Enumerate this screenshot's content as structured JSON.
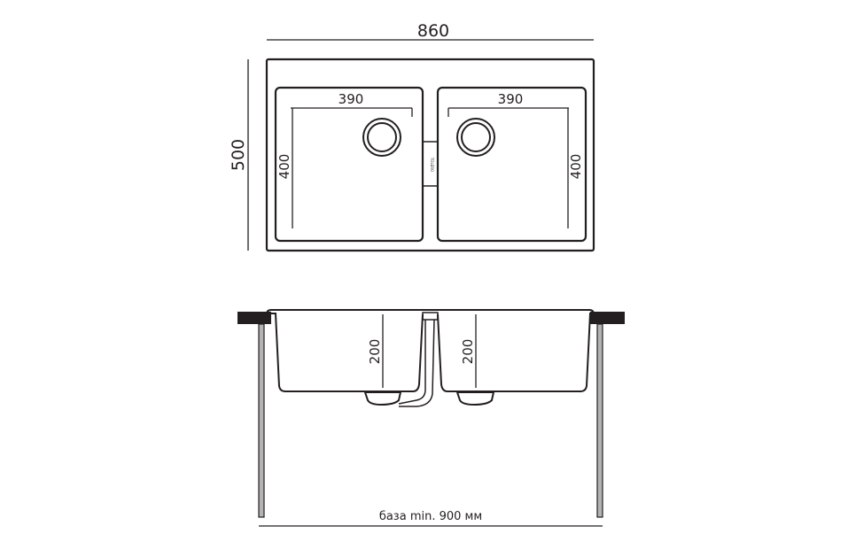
{
  "top_view": {
    "overall_width": "860",
    "overall_depth": "500",
    "left_bowl": {
      "width": "390",
      "depth": "400"
    },
    "right_bowl": {
      "width": "390",
      "depth": "400"
    },
    "logo_text": "TOLERO"
  },
  "side_view": {
    "left_bowl_height": "200",
    "right_bowl_height": "200",
    "base_label": "база min. 900 мм"
  },
  "colors": {
    "line": "#231f20",
    "countertop": "#231f20",
    "leg": "#b3b3b3"
  }
}
